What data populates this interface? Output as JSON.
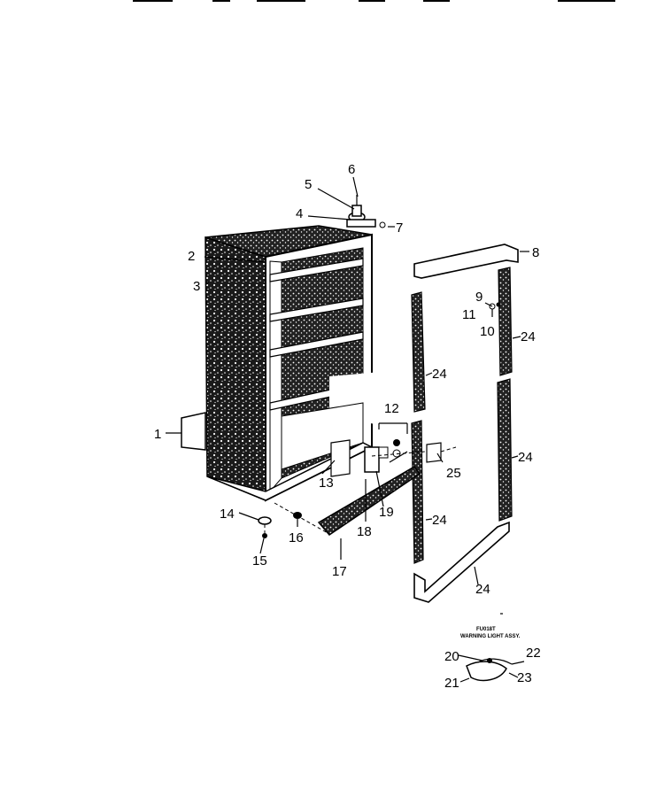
{
  "callouts": [
    "1",
    "2",
    "3",
    "4",
    "5",
    "6",
    "7",
    "8",
    "9",
    "10",
    "11",
    "12",
    "13",
    "14",
    "15",
    "16",
    "17",
    "18",
    "19",
    "20",
    "21",
    "22",
    "23",
    "24",
    "24",
    "24",
    "24",
    "24",
    "25"
  ],
  "inset": {
    "line1": "FU018T",
    "line2": "WARNING LIGHT ASSY."
  }
}
